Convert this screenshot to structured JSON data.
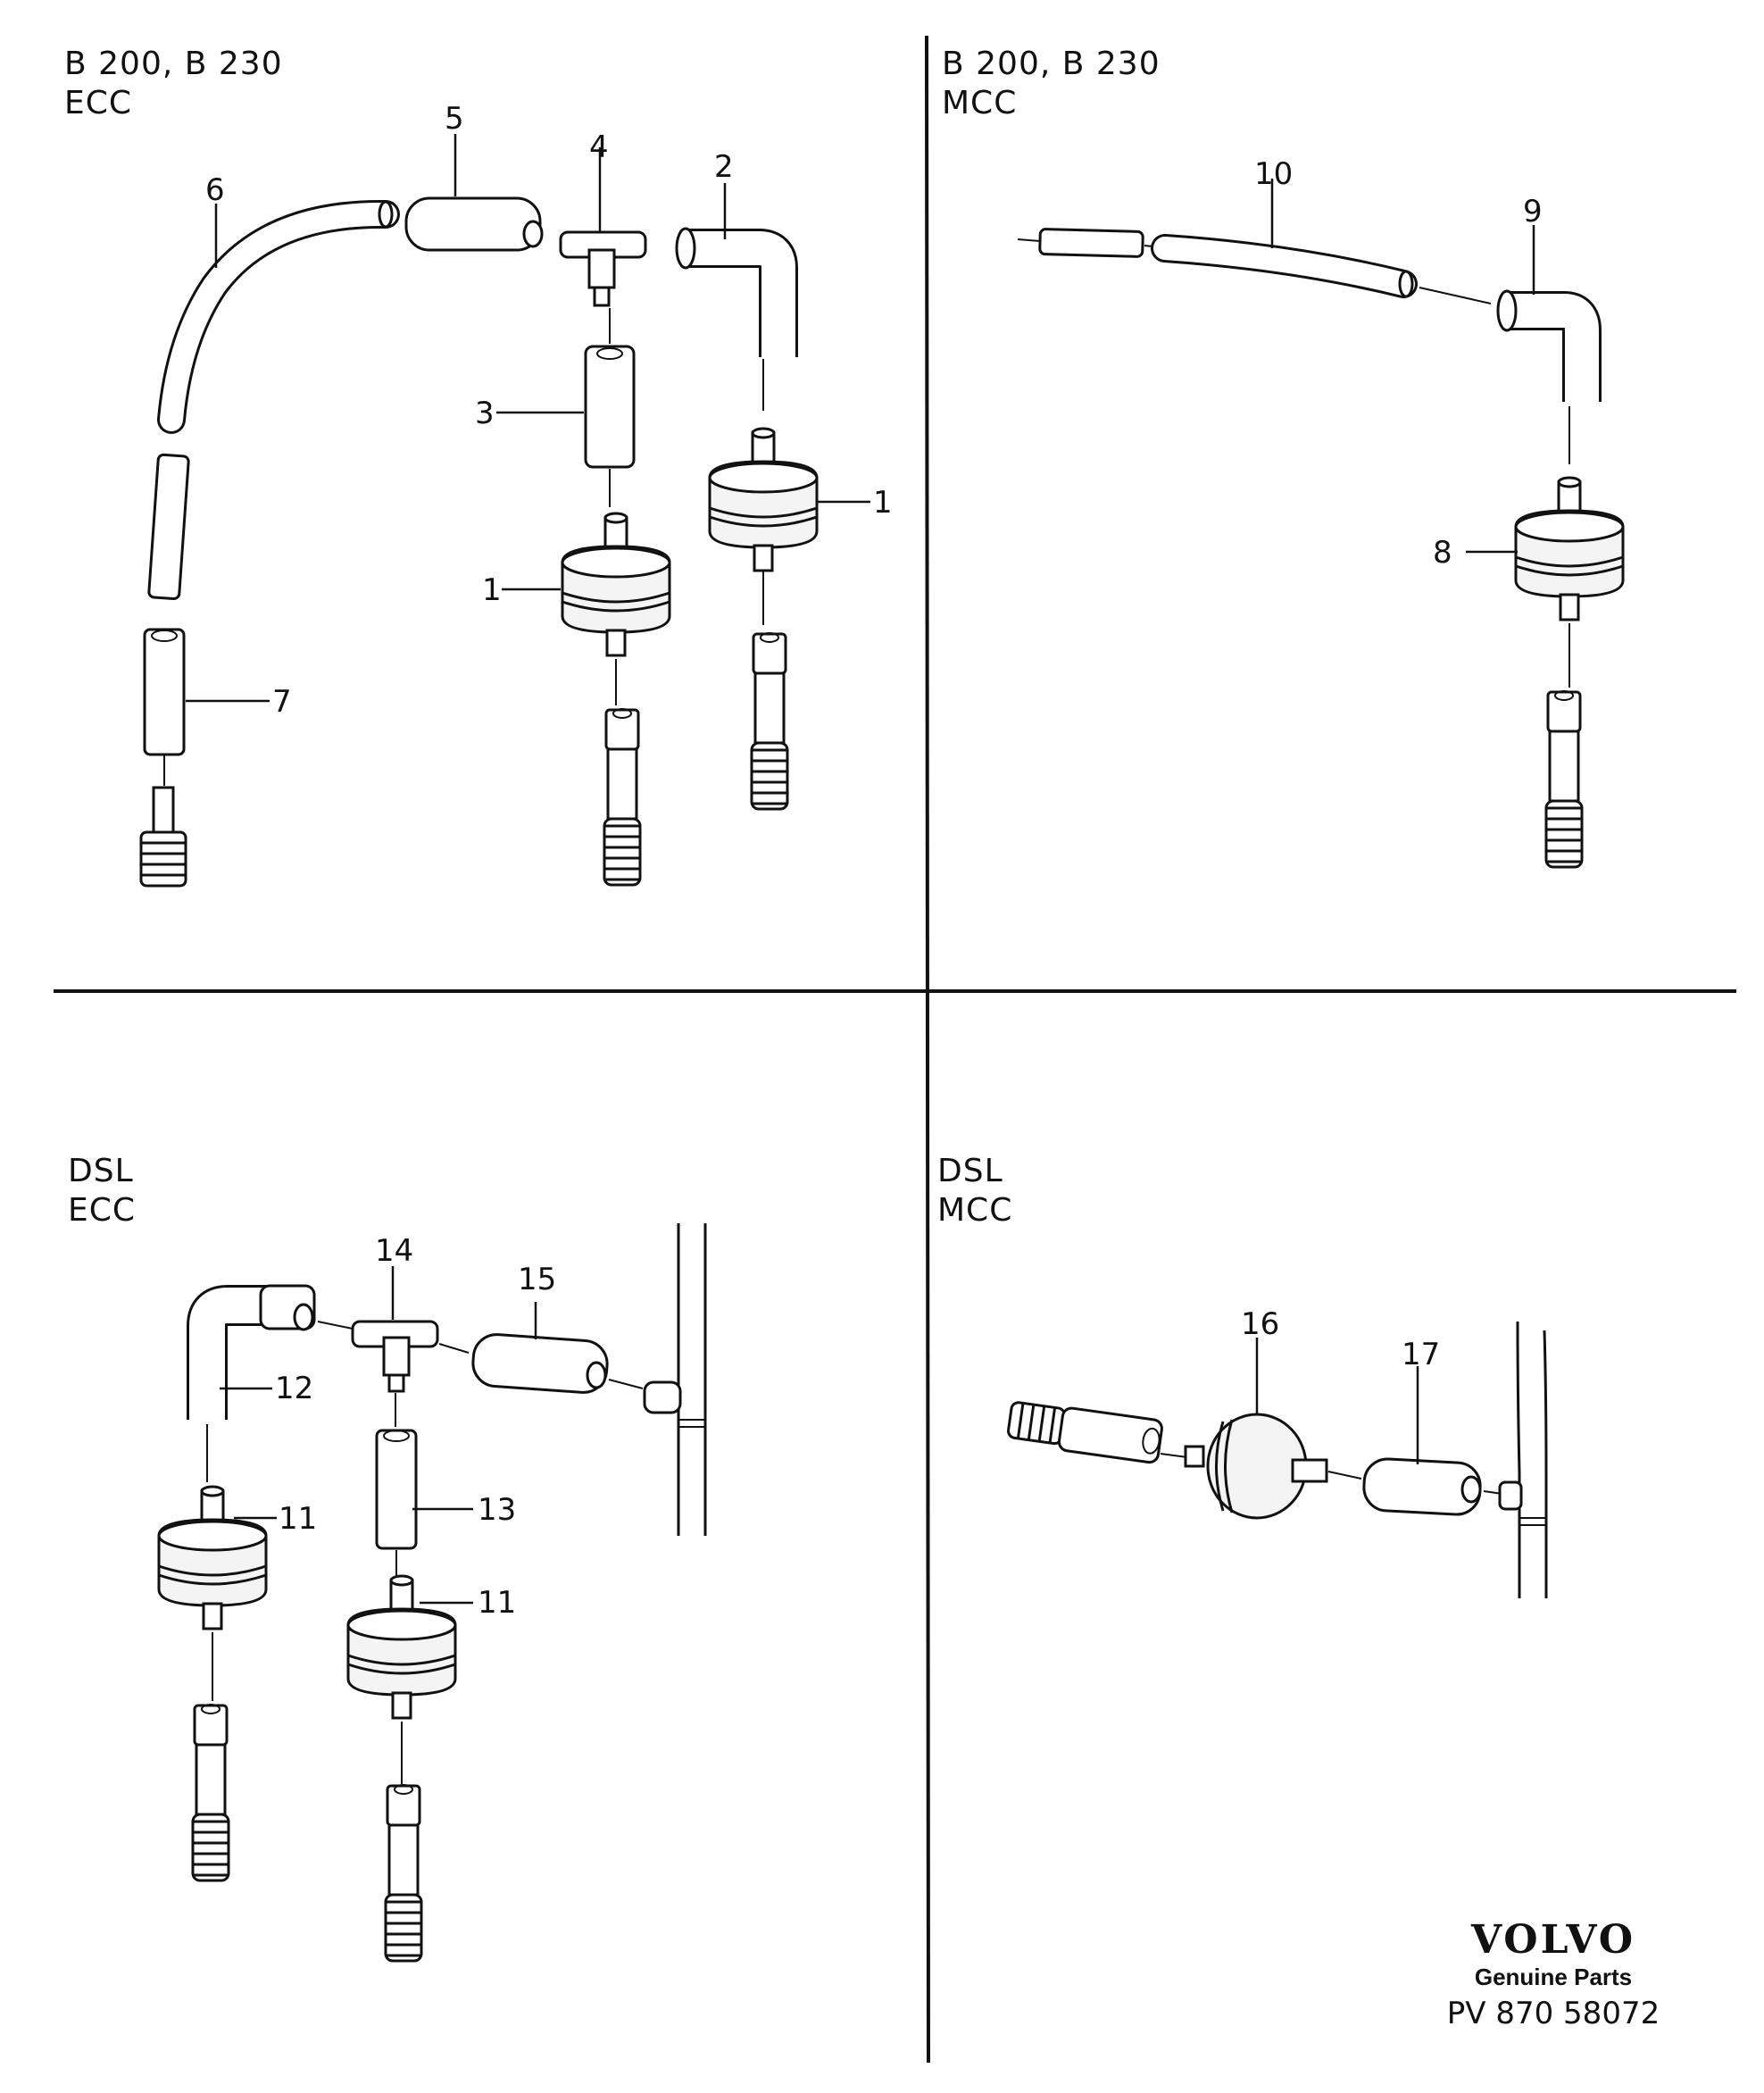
{
  "quadrants": {
    "top_left": {
      "line1": "B 200, B 230",
      "line2": "ECC"
    },
    "top_right": {
      "line1": "B 200, B 230",
      "line2": "MCC"
    },
    "bottom_left": {
      "line1": "DSL",
      "line2": "ECC"
    },
    "bottom_right": {
      "line1": "DSL",
      "line2": "MCC"
    }
  },
  "callouts": {
    "tl_1a": "1",
    "tl_1b": "1",
    "tl_2": "2",
    "tl_3": "3",
    "tl_4": "4",
    "tl_5": "5",
    "tl_6": "6",
    "tl_7": "7",
    "tr_8": "8",
    "tr_9": "9",
    "tr_10": "10",
    "bl_11a": "11",
    "bl_11b": "11",
    "bl_12": "12",
    "bl_13": "13",
    "bl_14": "14",
    "bl_15": "15",
    "br_16": "16",
    "br_17": "17"
  },
  "brand": {
    "logo": "VOLVO",
    "tagline": "Genuine Parts",
    "code": "PV 870  58072"
  }
}
